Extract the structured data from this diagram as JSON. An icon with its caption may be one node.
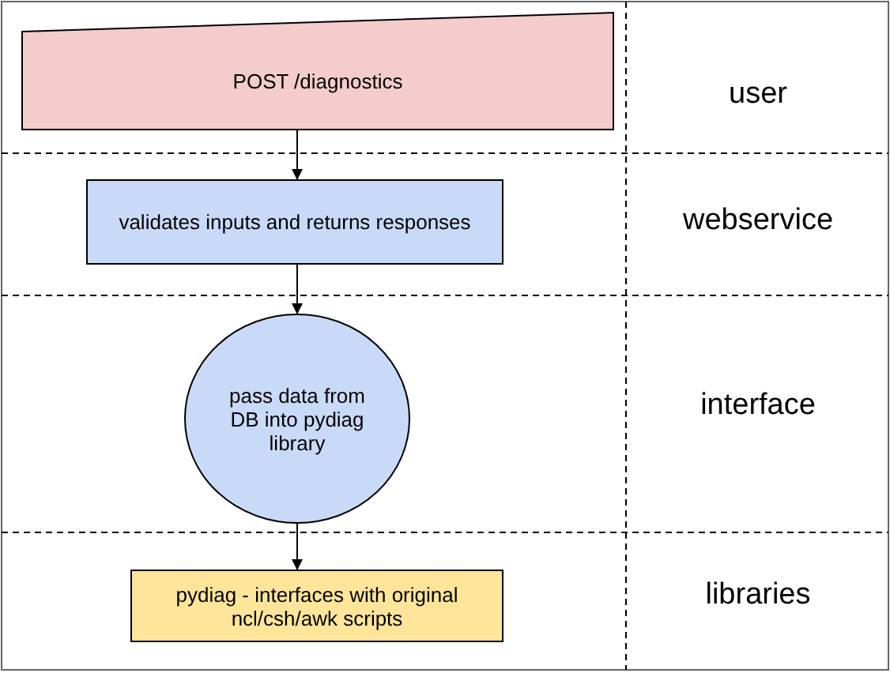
{
  "diagram": {
    "nodes": [
      {
        "text": [
          "POST /diagnostics"
        ]
      },
      {
        "text": [
          "validates inputs and returns responses"
        ]
      },
      {
        "text": [
          "pass data from DB into pydiag library"
        ]
      },
      {
        "text": [
          "pydiag - interfaces with original ncl/csh/awk scripts"
        ]
      }
    ],
    "edges": [
      {
        "from": 0,
        "to": 1,
        "arrow": "to"
      },
      {
        "from": 1,
        "to": 2,
        "arrow": "to"
      },
      {
        "from": 2,
        "to": 3,
        "arrow": "to"
      }
    ],
    "labels": [
      "user",
      "webservice",
      "interface",
      "libraries"
    ]
  }
}
